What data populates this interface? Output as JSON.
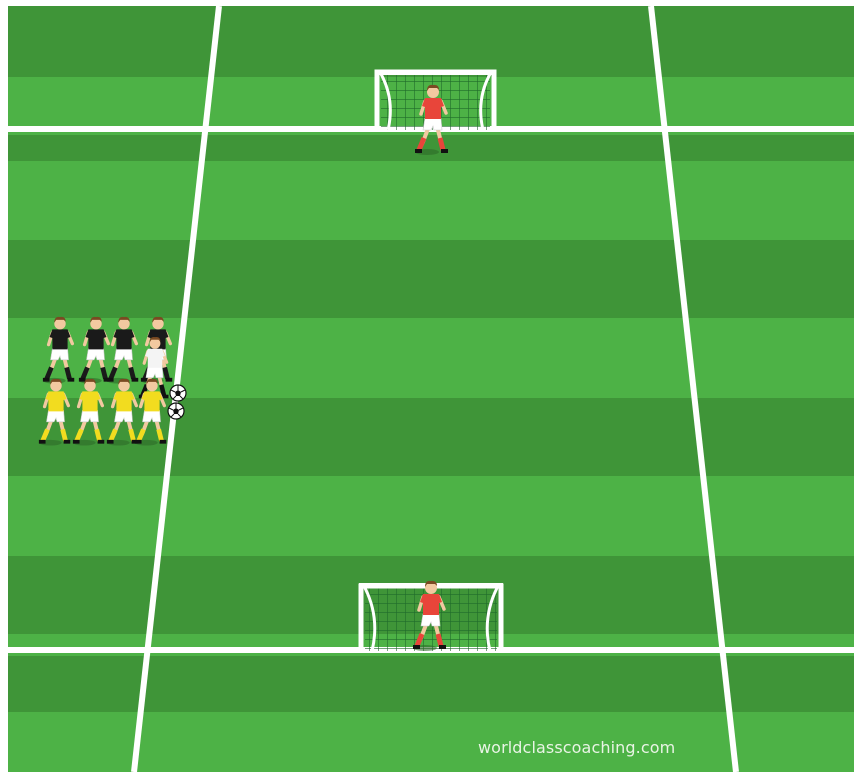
{
  "pitch": {
    "stripe_dark": "#3f9538",
    "stripe_light": "#4db246",
    "line_color": "#ffffff"
  },
  "goals": [
    {
      "name": "top-goal",
      "net_color": "#1f6b2a",
      "frame_color": "#ffffff"
    },
    {
      "name": "bottom-goal",
      "net_color": "#1f6b2a",
      "frame_color": "#ffffff"
    }
  ],
  "goalkeepers": [
    {
      "name": "top-goalkeeper",
      "kit": "#e8453a",
      "shorts": "#ffffff",
      "socks": "#e8453a"
    },
    {
      "name": "bottom-goalkeeper",
      "kit": "#e8453a",
      "shorts": "#ffffff",
      "socks": "#e8453a"
    }
  ],
  "teams": [
    {
      "name": "black-team",
      "count": 4,
      "kit": "#1a1a1a",
      "shorts": "#ffffff",
      "socks": "#1a1a1a"
    },
    {
      "name": "yellow-team",
      "count": 4,
      "kit": "#f2dc1f",
      "shorts": "#ffffff",
      "socks": "#f2dc1f"
    }
  ],
  "balls": [
    {
      "name": "soccer-ball-1"
    },
    {
      "name": "soccer-ball-2"
    }
  ],
  "watermark": {
    "text": "worldclasscoaching.com"
  }
}
